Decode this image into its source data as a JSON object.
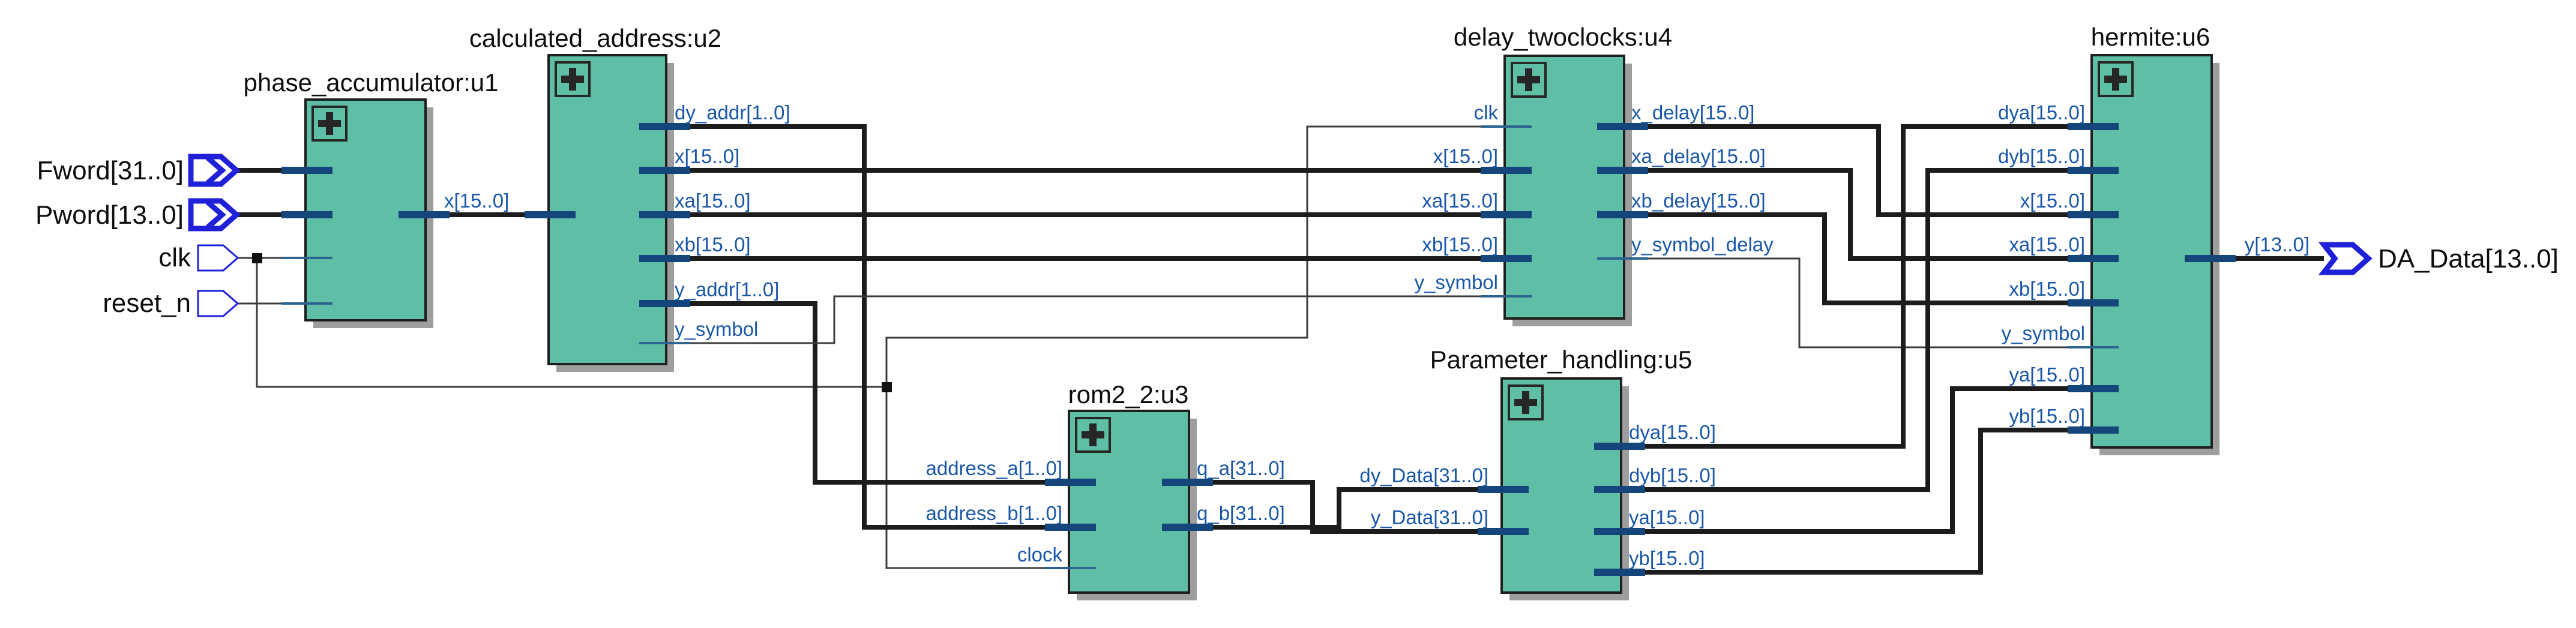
{
  "app": {
    "type": "rtl-schematic-viewer",
    "background": "#ffffff"
  },
  "colors": {
    "module_fill": "#5FBFA6",
    "module_border": "#1f1f1f",
    "module_shadow": "#9e9e9e",
    "pin_stub": "#15467B",
    "bus_wire": "#1c1c1c",
    "single_wire": "#3d3d3d",
    "pin_label_text": "#1856A8",
    "title_text": "#0d0d0d",
    "port_symbol": "#2020D8"
  },
  "ports": {
    "fword": "Fword[31..0]",
    "pword": "Pword[13..0]",
    "clk": "clk",
    "reset_n": "reset_n",
    "da_data": "DA_Data[13..0]"
  },
  "net_labels": {
    "x_u1_u2": "x[15..0]"
  },
  "modules": {
    "u1": {
      "title": "phase_accumulator:u1",
      "expand_icon": "plus",
      "pins": {
        "x_out": "x[15..0]"
      }
    },
    "u2": {
      "title": "calculated_address:u2",
      "expand_icon": "plus",
      "pins": {
        "dy_addr": "dy_addr[1..0]",
        "x": "x[15..0]",
        "xa": "xa[15..0]",
        "xb": "xb[15..0]",
        "y_addr": "y_addr[1..0]",
        "y_symbol": "y_symbol"
      }
    },
    "u3": {
      "title": "rom2_2:u3",
      "expand_icon": "plus",
      "pins": {
        "address_a": "address_a[1..0]",
        "address_b": "address_b[1..0]",
        "clock": "clock",
        "q_a": "q_a[31..0]",
        "q_b": "q_b[31..0]"
      }
    },
    "u4": {
      "title": "delay_twoclocks:u4",
      "expand_icon": "plus",
      "pins": {
        "clk": "clk",
        "x": "x[15..0]",
        "xa": "xa[15..0]",
        "xb": "xb[15..0]",
        "y_symbol": "y_symbol",
        "x_delay": "x_delay[15..0]",
        "xa_delay": "xa_delay[15..0]",
        "xb_delay": "xb_delay[15..0]",
        "y_symbol_delay": "y_symbol_delay"
      }
    },
    "u5": {
      "title": "Parameter_handling:u5",
      "expand_icon": "plus",
      "pins": {
        "dy_Data": "dy_Data[31..0]",
        "y_Data": "y_Data[31..0]",
        "dya": "dya[15..0]",
        "dyb": "dyb[15..0]",
        "ya": "ya[15..0]",
        "yb": "yb[15..0]"
      }
    },
    "u6": {
      "title": "hermite:u6",
      "expand_icon": "plus",
      "pins": {
        "dya": "dya[15..0]",
        "dyb": "dyb[15..0]",
        "x": "x[15..0]",
        "xa": "xa[15..0]",
        "xb": "xb[15..0]",
        "y_symbol": "y_symbol",
        "ya": "ya[15..0]",
        "yb": "yb[15..0]",
        "y_out": "y[13..0]"
      }
    }
  }
}
